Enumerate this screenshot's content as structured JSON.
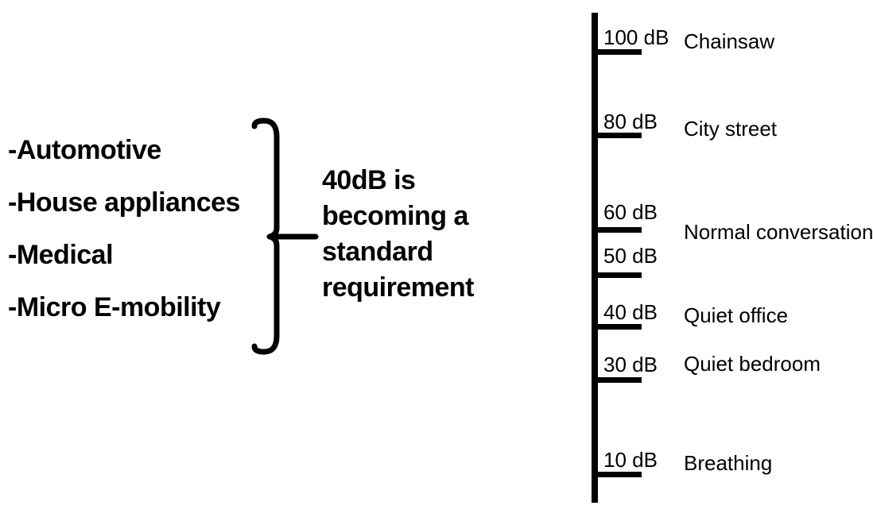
{
  "industries": {
    "items": [
      "-Automotive",
      "-House appliances",
      "-Medical",
      "-Micro E-mobility"
    ]
  },
  "callout": {
    "text": "40dB is becoming a standard requirement"
  },
  "scale": {
    "unit": "dB",
    "ticks": [
      {
        "value": 100,
        "db": "100 dB",
        "label": "Chainsaw"
      },
      {
        "value": 80,
        "db": "80 dB",
        "label": "City street"
      },
      {
        "value": 60,
        "db": "60 dB",
        "label": "Normal conversation"
      },
      {
        "value": 50,
        "db": "50 dB",
        "label": ""
      },
      {
        "value": 40,
        "db": "40 dB",
        "label": "Quiet office"
      },
      {
        "value": 30,
        "db": "30 dB",
        "label": "Quiet bedroom"
      },
      {
        "value": 10,
        "db": "10 dB",
        "label": "Breathing"
      }
    ]
  },
  "colors": {
    "ink": "#000000",
    "background": "#ffffff"
  }
}
